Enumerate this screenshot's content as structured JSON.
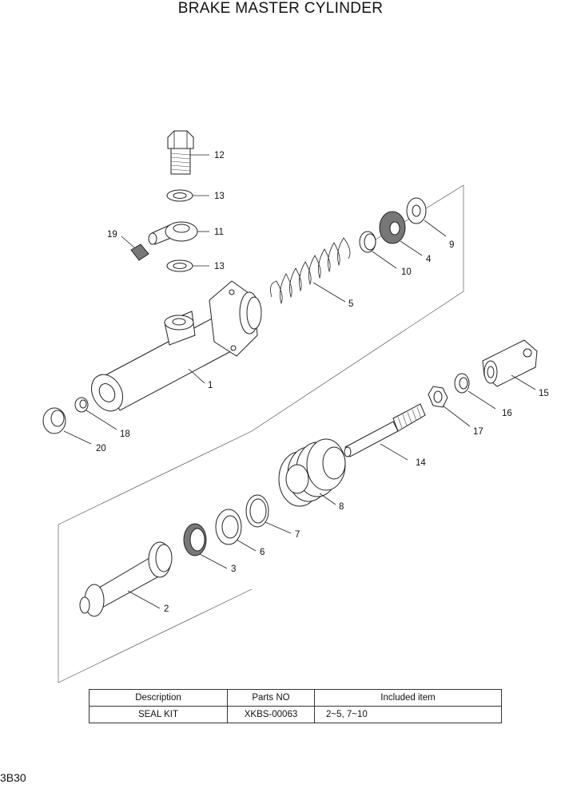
{
  "title": "BRAKE MASTER CYLINDER",
  "page_code": "3B30",
  "callouts": {
    "c1": "1",
    "c2": "2",
    "c3": "3",
    "c4": "4",
    "c5": "5",
    "c6": "6",
    "c7": "7",
    "c8": "8",
    "c9": "9",
    "c10": "10",
    "c11": "11",
    "c12": "12",
    "c13a": "13",
    "c13b": "13",
    "c14": "14",
    "c15": "15",
    "c16": "16",
    "c17": "17",
    "c18": "18",
    "c19": "19",
    "c20": "20"
  },
  "table": {
    "headers": [
      "Description",
      "Parts NO",
      "Included item"
    ],
    "rows": [
      [
        "SEAL KIT",
        "XKBS-00063",
        "2~5, 7~10"
      ]
    ]
  }
}
